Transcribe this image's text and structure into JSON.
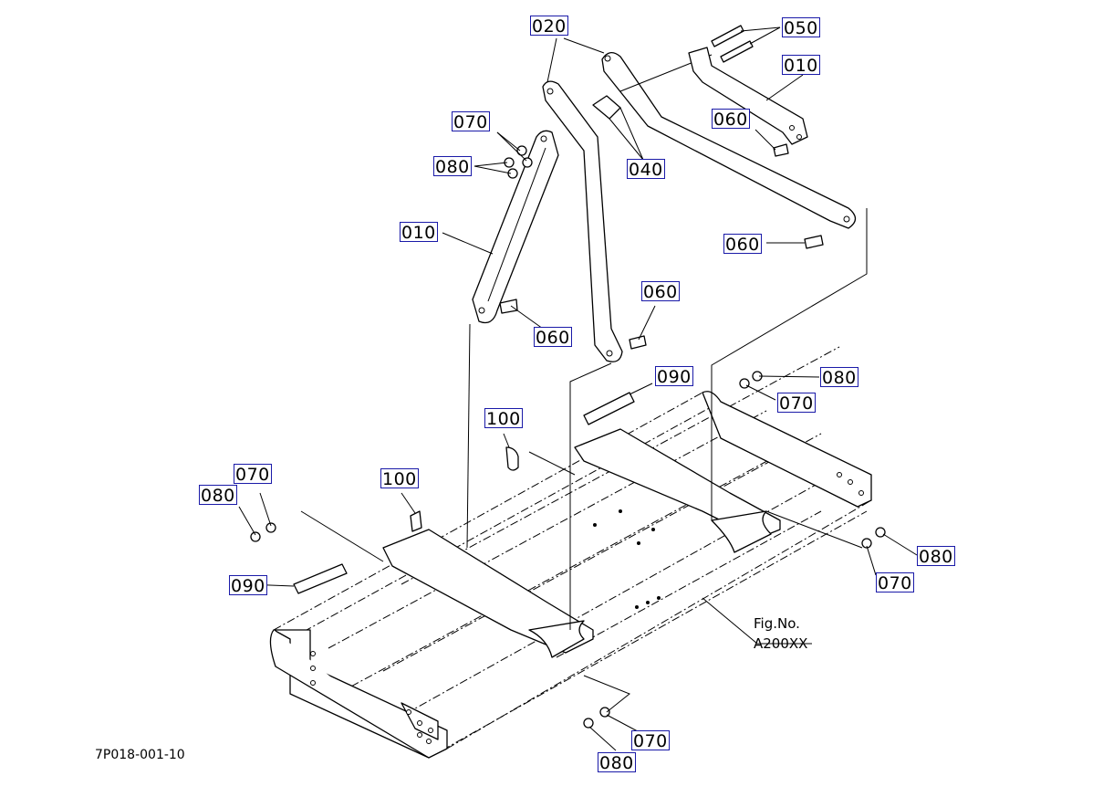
{
  "diagram": {
    "drawing_number": "7P018-001-10",
    "figure_ref_line1": "Fig.No.",
    "figure_ref_line2": "A200XX",
    "colors": {
      "callout_border": "#1a1aa8",
      "line": "#000000",
      "background": "#ffffff"
    },
    "callouts": [
      "020",
      "050",
      "010",
      "070",
      "060",
      "080",
      "040",
      "010",
      "060",
      "060",
      "060",
      "090",
      "080",
      "070",
      "100",
      "100",
      "070",
      "080",
      "090",
      "080",
      "070",
      "070",
      "080"
    ]
  }
}
